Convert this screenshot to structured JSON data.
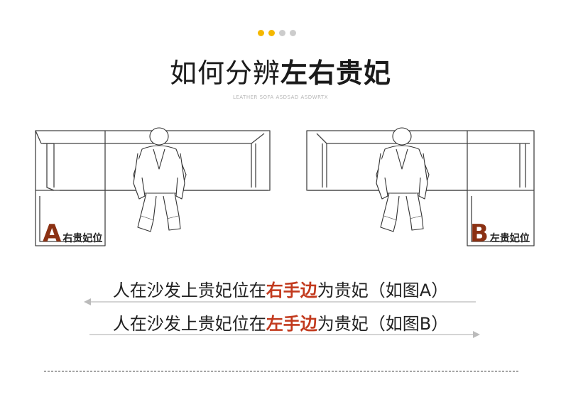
{
  "header": {
    "dots": [
      "#f5b800",
      "#f5b800",
      "#cccccc",
      "#cccccc"
    ],
    "title_normal": "如何分辨",
    "title_bold": "左右贵妃",
    "subtitle": "LEATHER SOFA ASDSAD ASDWRTX"
  },
  "diagram_a": {
    "letter": "A",
    "label": "右贵妃位"
  },
  "diagram_b": {
    "letter": "B",
    "label": "左贵妃位"
  },
  "lines": [
    {
      "prefix": "人在沙发上贵妃位在",
      "highlight": "右手边",
      "suffix": "为贵妃（如图A）"
    },
    {
      "prefix": "人在沙发上贵妃位在",
      "highlight": "左手边",
      "suffix": "为贵妃（如图B）"
    }
  ],
  "colors": {
    "letter": "#8b3113",
    "highlight": "#c23a1e",
    "arrow": "#bbbbbb"
  }
}
